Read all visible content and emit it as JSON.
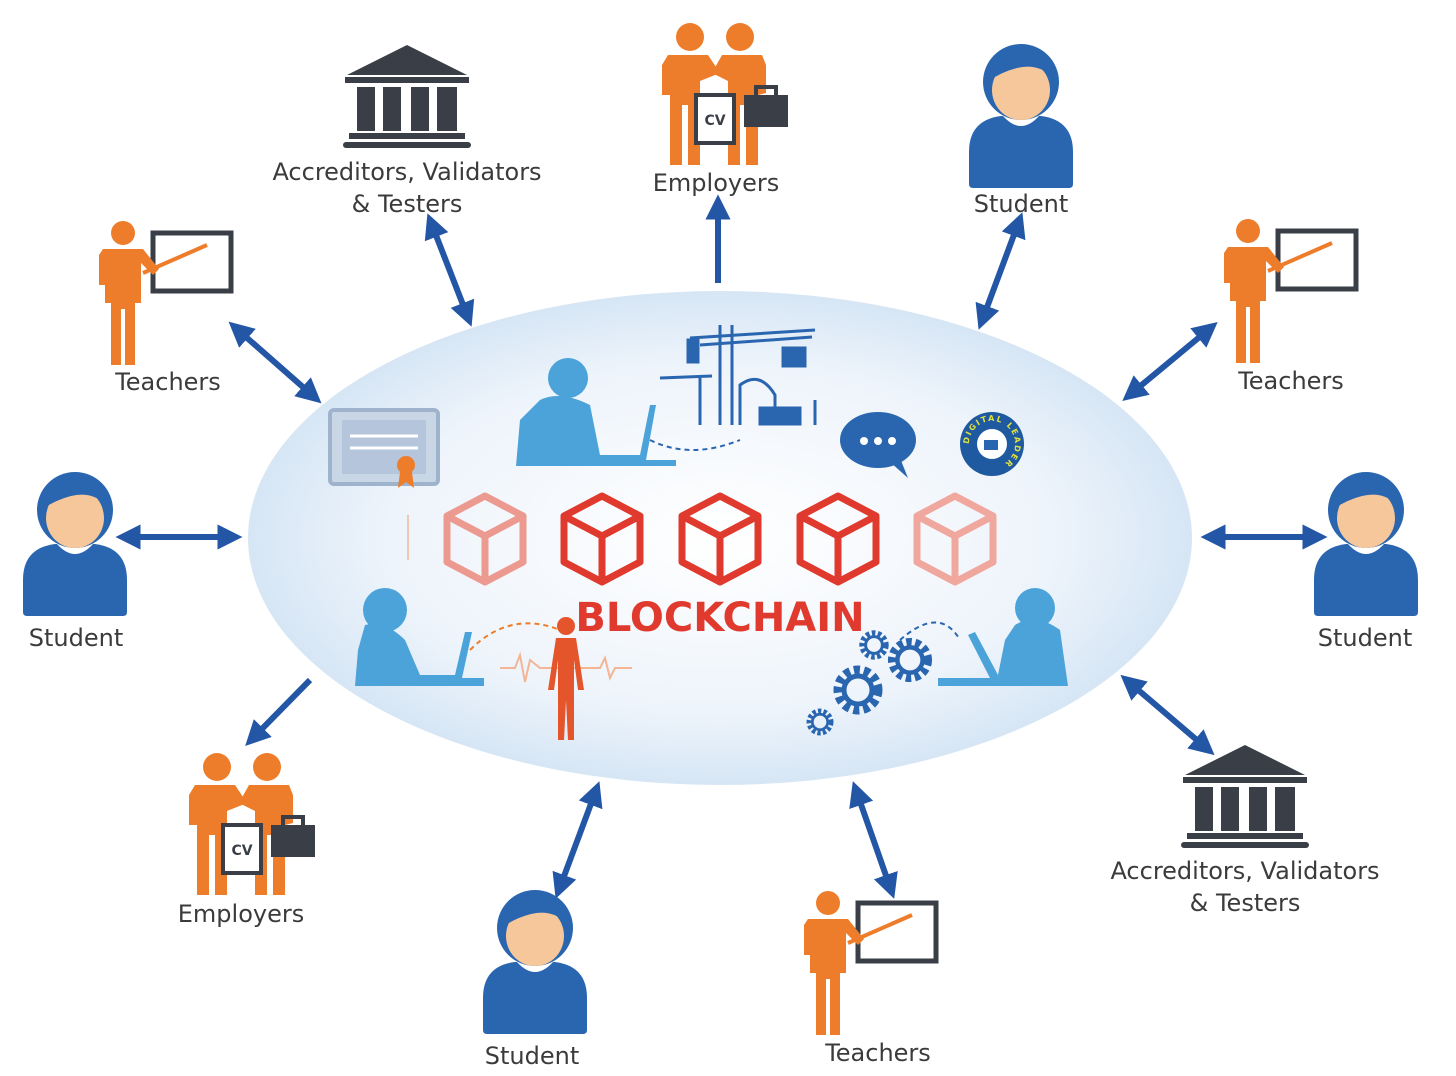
{
  "center": {
    "title": "BLOCKCHAIN",
    "badge_text": "DIGITAL LEADER",
    "certificate_seal": "",
    "cv_label": "CV"
  },
  "nodes": [
    {
      "id": "accreditors-top",
      "type": "bank",
      "label": [
        "Accreditors, Validators",
        "& Testers"
      ]
    },
    {
      "id": "employers-top",
      "type": "employers",
      "label": [
        "Employers"
      ]
    },
    {
      "id": "student-top-right",
      "type": "student",
      "label": [
        "Student"
      ]
    },
    {
      "id": "teachers-left",
      "type": "teacher",
      "label": [
        "Teachers"
      ]
    },
    {
      "id": "teachers-right",
      "type": "teacher",
      "label": [
        "Teachers"
      ]
    },
    {
      "id": "student-left",
      "type": "student",
      "label": [
        "Student"
      ]
    },
    {
      "id": "student-right",
      "type": "student",
      "label": [
        "Student"
      ]
    },
    {
      "id": "employers-bottom-left",
      "type": "employers",
      "label": [
        "Employers"
      ]
    },
    {
      "id": "student-bottom",
      "type": "student",
      "label": [
        "Student"
      ]
    },
    {
      "id": "teachers-bottom",
      "type": "teacher",
      "label": [
        "Teachers"
      ]
    },
    {
      "id": "accreditors-bottom-right",
      "type": "bank",
      "label": [
        "Accreditors, Validators",
        "& Testers"
      ]
    }
  ],
  "arrows": [
    {
      "to": "accreditors-top",
      "direction": "both"
    },
    {
      "to": "employers-top",
      "direction": "outward"
    },
    {
      "to": "student-top-right",
      "direction": "both"
    },
    {
      "to": "teachers-left",
      "direction": "both"
    },
    {
      "to": "teachers-right",
      "direction": "both"
    },
    {
      "to": "student-left",
      "direction": "both"
    },
    {
      "to": "student-right",
      "direction": "both"
    },
    {
      "to": "employers-bottom-left",
      "direction": "outward"
    },
    {
      "to": "student-bottom",
      "direction": "both"
    },
    {
      "to": "teachers-bottom",
      "direction": "both"
    },
    {
      "to": "accreditors-bottom-right",
      "direction": "both"
    }
  ],
  "colors": {
    "blue": "#2a66b0",
    "orange": "#ee7d2b",
    "dark": "#3a3f47",
    "red": "#e03a2f",
    "light_blue": "#4ba3d9",
    "arrow": "#2456a6"
  }
}
